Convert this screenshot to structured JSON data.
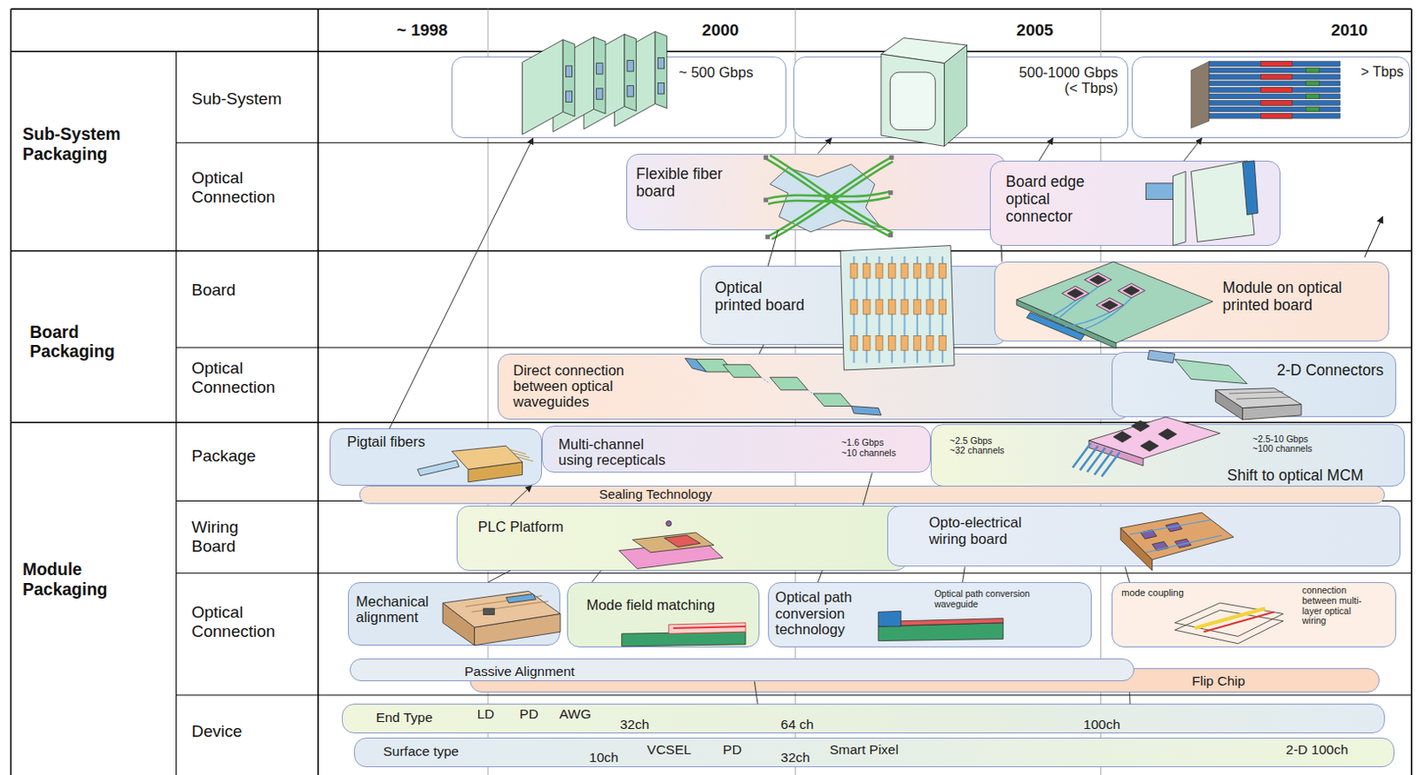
{
  "diagram": {
    "nodes": [
      {
        "text": [
          "~ 500 Gbps"
        ]
      },
      {
        "text": [
          "500-1000 Gbps (< Tbps)"
        ]
      },
      {
        "text": [
          "> Tbps"
        ]
      },
      {
        "text": [
          "Flexible fiber board"
        ]
      },
      {
        "text": [
          "Board edge optical connector"
        ]
      },
      {
        "text": [
          "Optical printed board"
        ]
      },
      {
        "text": [
          "Module on optical printed board"
        ]
      },
      {
        "text": [
          "Direct connection between optical waveguides"
        ]
      },
      {
        "text": [
          "2-D Connectors"
        ]
      },
      {
        "text": [
          "Pigtail fibers"
        ]
      },
      {
        "text": [
          "Multi-channel using recepticals",
          "~1.6 Gbps ~10 channels"
        ]
      },
      {
        "text": [
          "~2.5 Gbps ~32 channels",
          "~2.5-10 Gbps ~100 channels",
          "Shift to optical MCM"
        ]
      },
      {
        "text": [
          "Sealing Technology"
        ]
      },
      {
        "text": [
          "PLC Platform"
        ]
      },
      {
        "text": [
          "Opto-electrical wiring board"
        ]
      },
      {
        "text": [
          "Mechanical alignment"
        ]
      },
      {
        "text": [
          "Mode field matching"
        ]
      },
      {
        "text": [
          "Optical path conversion technology",
          "Optical path conversion waveguide"
        ]
      },
      {
        "text": [
          "mode coupling",
          "connection between multi-layer optical wiring"
        ]
      },
      {
        "text": [
          "Passive Alignment"
        ]
      },
      {
        "text": [
          "Flip Chip"
        ]
      },
      {
        "text": [
          "End Type",
          "LD",
          "PD",
          "AWG",
          "32ch",
          "64 ch",
          "100ch"
        ]
      },
      {
        "text": [
          "Surface type",
          "10ch",
          "VCSEL",
          "PD",
          "32ch",
          "Smart Pixel",
          "2-D 100ch"
        ]
      }
    ],
    "edges": [
      {
        "from": 9,
        "to": 0,
        "arrow": "to"
      },
      {
        "from": 3,
        "to": 1,
        "arrow": "to"
      },
      {
        "from": 4,
        "to": 1,
        "arrow": "to"
      },
      {
        "from": 4,
        "to": 2,
        "arrow": "to"
      },
      {
        "from": 5,
        "to": 3,
        "arrow": "none"
      },
      {
        "from": 6,
        "to": 4,
        "arrow": "none"
      },
      {
        "from": 7,
        "to": 5,
        "arrow": "none"
      },
      {
        "from": 13,
        "to": 9,
        "arrow": "to"
      },
      {
        "from": 15,
        "to": 13,
        "arrow": "none"
      },
      {
        "from": 16,
        "to": 13,
        "arrow": "none"
      },
      {
        "from": 17,
        "to": 13,
        "arrow": "none"
      },
      {
        "from": 17,
        "to": 14,
        "arrow": "none"
      },
      {
        "from": 18,
        "to": 14,
        "arrow": "none"
      },
      {
        "from": 13,
        "to": 10,
        "arrow": "none"
      },
      {
        "from": 21,
        "to": 19,
        "arrow": "none"
      },
      {
        "from": 21,
        "to": 20,
        "arrow": "none"
      }
    ],
    "labels": [
      "~ 1998",
      "2000",
      "2005",
      "2010",
      "Sub-System Packaging",
      "Sub-System",
      "Optical Connection",
      "Board Packaging",
      "Board",
      "Optical Connection",
      "Module Packaging",
      "Package",
      "Wiring Board",
      "Optical Connection",
      "Device"
    ]
  }
}
